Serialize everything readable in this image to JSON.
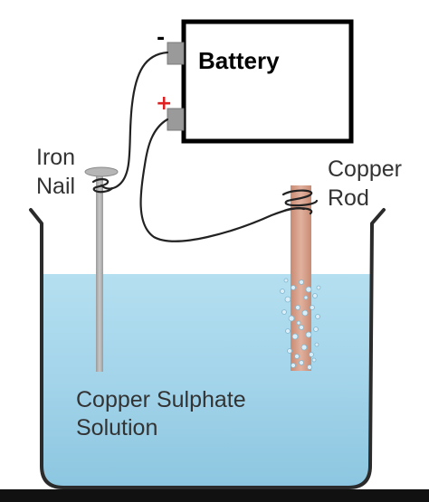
{
  "battery": {
    "label": "Battery"
  },
  "terminals": {
    "negative": "-",
    "positive": "+"
  },
  "labels": {
    "iron_nail": [
      "Iron",
      "Nail"
    ],
    "copper_rod": [
      "Copper",
      "Rod"
    ],
    "solution": [
      "Copper Sulphate",
      "Solution"
    ]
  },
  "colors": {
    "solution": "#9fd3ea",
    "copper_rod": "#d49e8a",
    "iron_nail": "#a8a8a8",
    "positive_sign": "#e02020",
    "negative_sign": "#000000",
    "wire": "#222222"
  }
}
